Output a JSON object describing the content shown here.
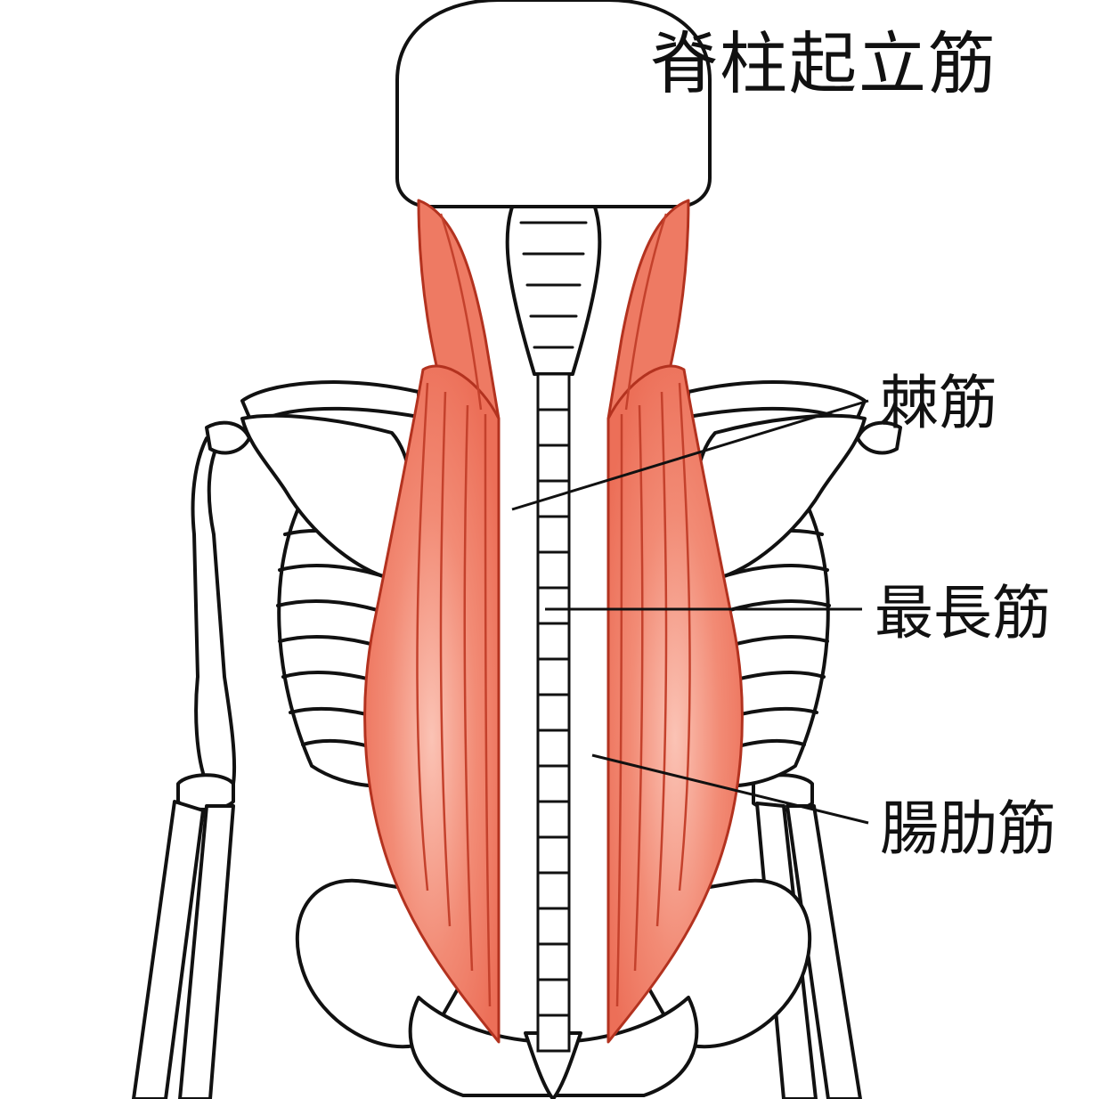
{
  "diagram": {
    "title": "脊柱起立筋",
    "labels": {
      "spinalis": "棘筋",
      "longissimus": "最長筋",
      "iliocostalis": "腸肋筋"
    },
    "colors": {
      "muscle_fill": "#f0806a",
      "muscle_highlight": "#f9b4a4",
      "muscle_line": "#c43a28",
      "outline": "#111111",
      "bone_fill": "#ffffff"
    }
  }
}
